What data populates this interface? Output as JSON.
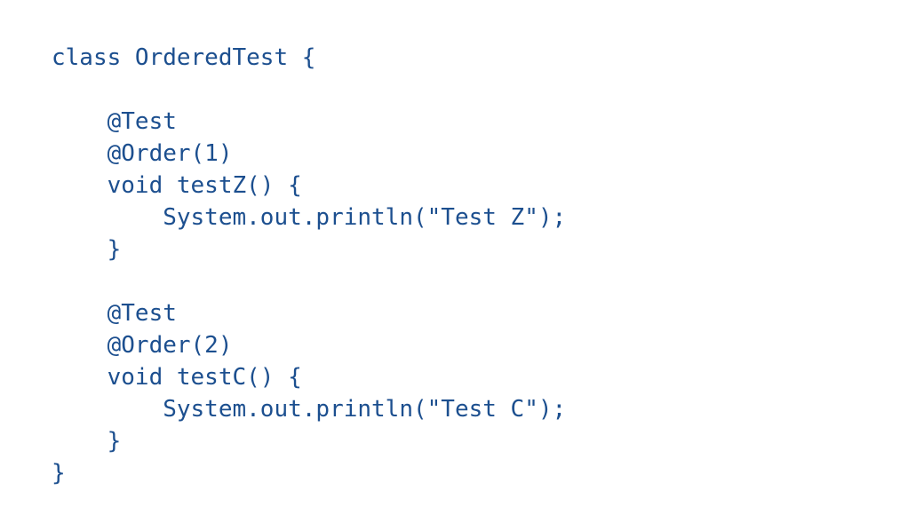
{
  "code": {
    "color": "#1c4f8f",
    "lines": [
      "class OrderedTest {",
      "",
      "    @Test",
      "    @Order(1)",
      "    void testZ() {",
      "        System.out.println(\"Test Z\");",
      "    }",
      "",
      "    @Test",
      "    @Order(2)",
      "    void testC() {",
      "        System.out.println(\"Test C\");",
      "    }",
      "}"
    ]
  }
}
